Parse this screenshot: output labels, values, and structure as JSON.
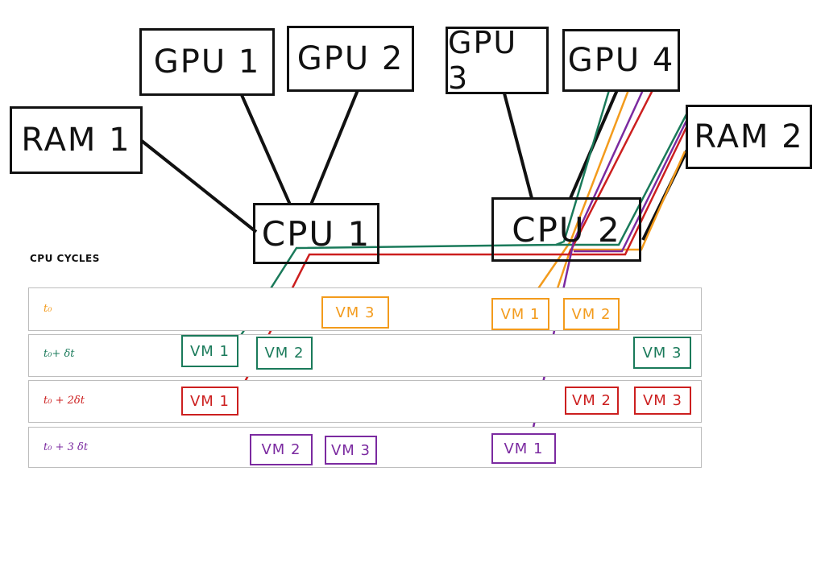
{
  "colors": {
    "t0": "#f39b1c",
    "t1": "#1a7a5a",
    "t2": "#cc1f1f",
    "t3": "#7b2aa0",
    "ink": "#111111"
  },
  "nodes": {
    "gpu1": "GPU 1",
    "gpu2": "GPU 2",
    "gpu3": "GPU 3",
    "gpu4": "GPU 4",
    "ram1": "RAM 1",
    "ram2": "RAM 2",
    "cpu1": "CPU 1",
    "cpu2": "CPU 2"
  },
  "cycles_title": "CPU CYCLES",
  "rows": [
    {
      "label": "t₀",
      "vms": [
        "VM 3",
        "VM 1",
        "VM 2"
      ]
    },
    {
      "label": "t₀+ δt",
      "vms": [
        "VM 1",
        "VM 2",
        "VM 3"
      ]
    },
    {
      "label": "t₀ + 2δt",
      "vms": [
        "VM 1",
        "VM 2",
        "VM 3"
      ]
    },
    {
      "label": "t₀ + 3 δt",
      "vms": [
        "VM 2",
        "VM 3",
        "VM 1"
      ]
    }
  ]
}
